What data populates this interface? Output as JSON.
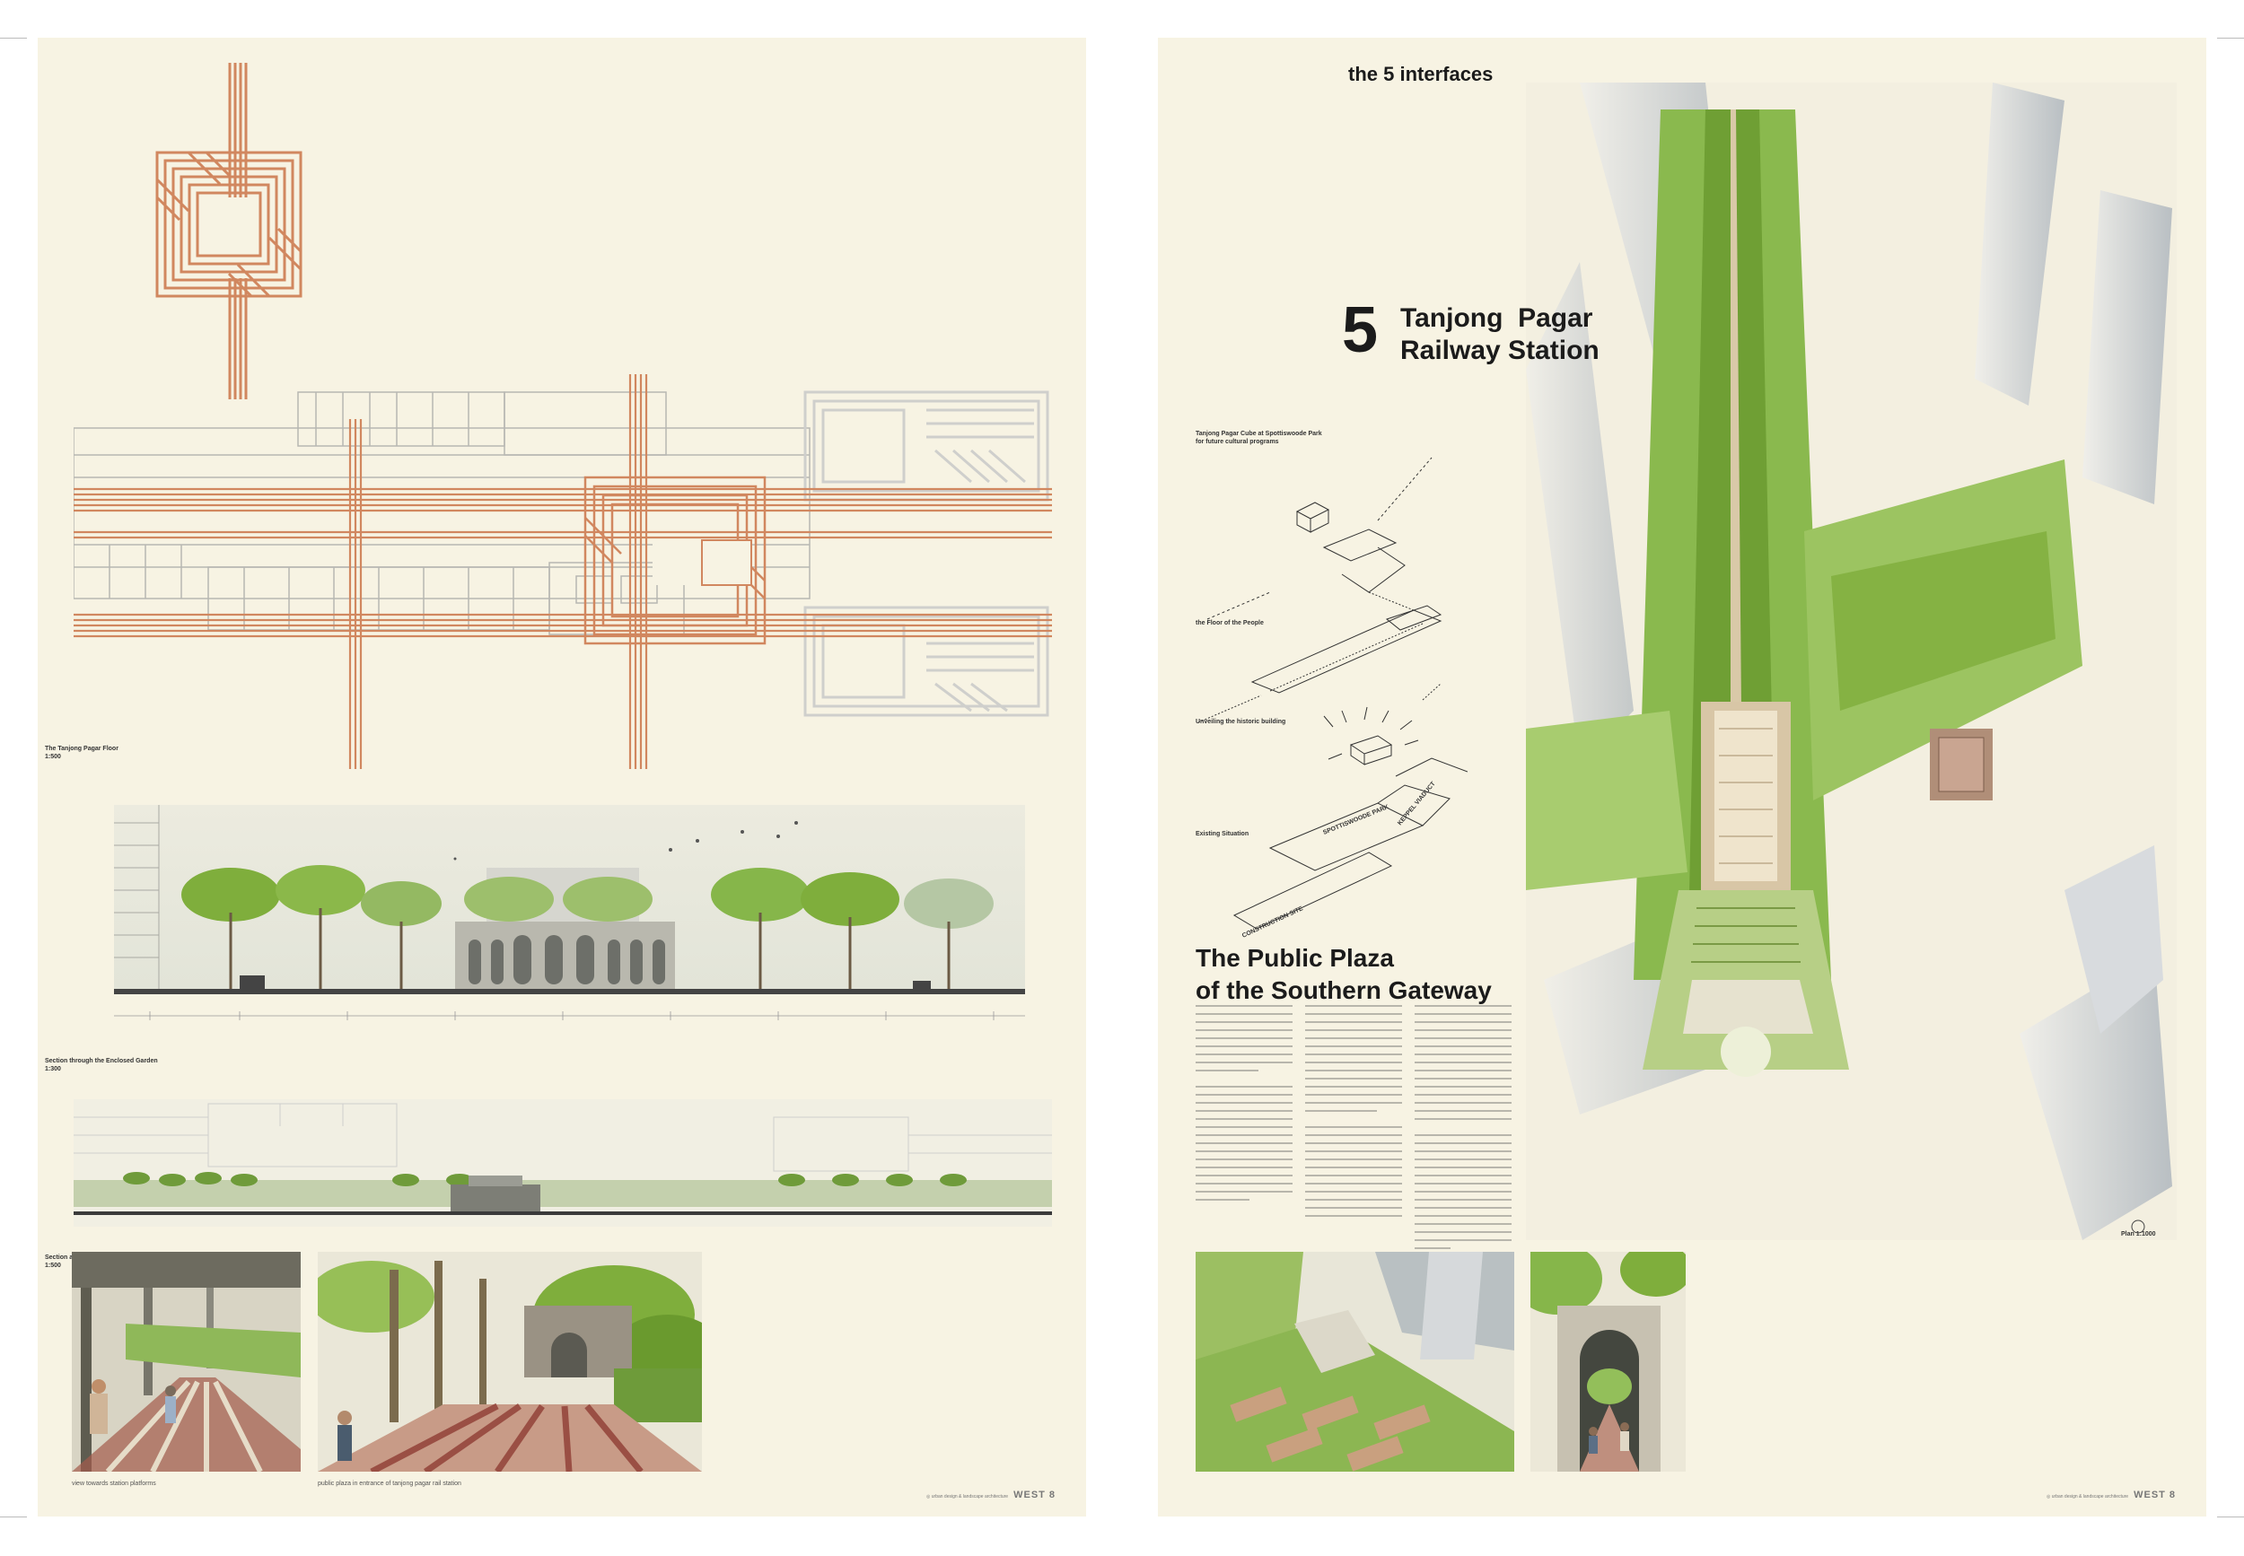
{
  "left_sheet": {
    "captions": {
      "floor_plan": [
        "The Tanjong Pagar Floor",
        "1:500"
      ],
      "section_1": [
        "Section through the Enclosed Garden",
        "1:300"
      ],
      "section_2": [
        "Section along Spottiswoode Park Rd",
        "1:500"
      ],
      "photo_1": "view towards station platforms",
      "photo_2": "public plaza in entrance of tanjong pagar rail station"
    },
    "logo": "WEST 8"
  },
  "right_sheet": {
    "header": "the 5 interfaces",
    "number": "5",
    "title_line1": "Tanjong  Pagar",
    "title_line2": "Railway Station",
    "diagram_labels": {
      "cube": [
        "Tanjong Pagar Cube at Spottiswoode Park",
        "for future cultural programs"
      ],
      "floor": "the Floor of the People",
      "unveiling": "Unveiling the historic building",
      "existing": "Existing Situation"
    },
    "map_labels": [
      "SPOTTISWOODE PARK",
      "CONSTRUCTION SITE",
      "KEPPEL VIADUCT"
    ],
    "plaza_title_line1": "The Public Plaza",
    "plaza_title_line2": "of the Southern Gateway",
    "plan_caption": "Plan 1:1000",
    "logo": "WEST 8"
  },
  "colors": {
    "paper": "#f7f3e3",
    "copper": "#d1875f",
    "plan_grey": "#b7b7b2",
    "faded_grey": "#cfcfcc",
    "green": "#7fae3c"
  }
}
